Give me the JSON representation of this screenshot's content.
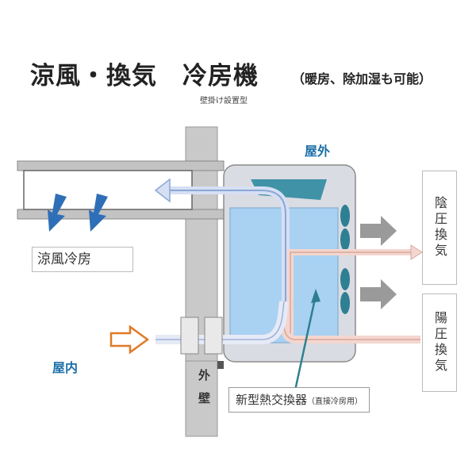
{
  "title": "涼風・換気　冷房機",
  "title_note": "（暖房、除加湿も可能）",
  "subtitle": "壁掛け設置型",
  "labels": {
    "outdoor": "屋外",
    "indoor": "屋内",
    "cool_air": "涼風冷房",
    "negative_pressure": "陰圧換気",
    "positive_pressure": "陽圧換気",
    "outer_wall": "外壁",
    "heat_exchanger": "新型熱交換器",
    "heat_exchanger_note": "（直接冷房用）"
  },
  "colors": {
    "wall": "#c9c9c9",
    "unit_body": "#dadce3",
    "exchanger": "#a9d1f2",
    "fan": "#2f7f93",
    "duct_arrow": "#2f6fb7",
    "warm_arrow": "#e07a26",
    "exhaust_arrow": "#9a9a9a"
  },
  "icons": {
    "fan": "fan-icon",
    "airflow": "arrow-icon"
  }
}
